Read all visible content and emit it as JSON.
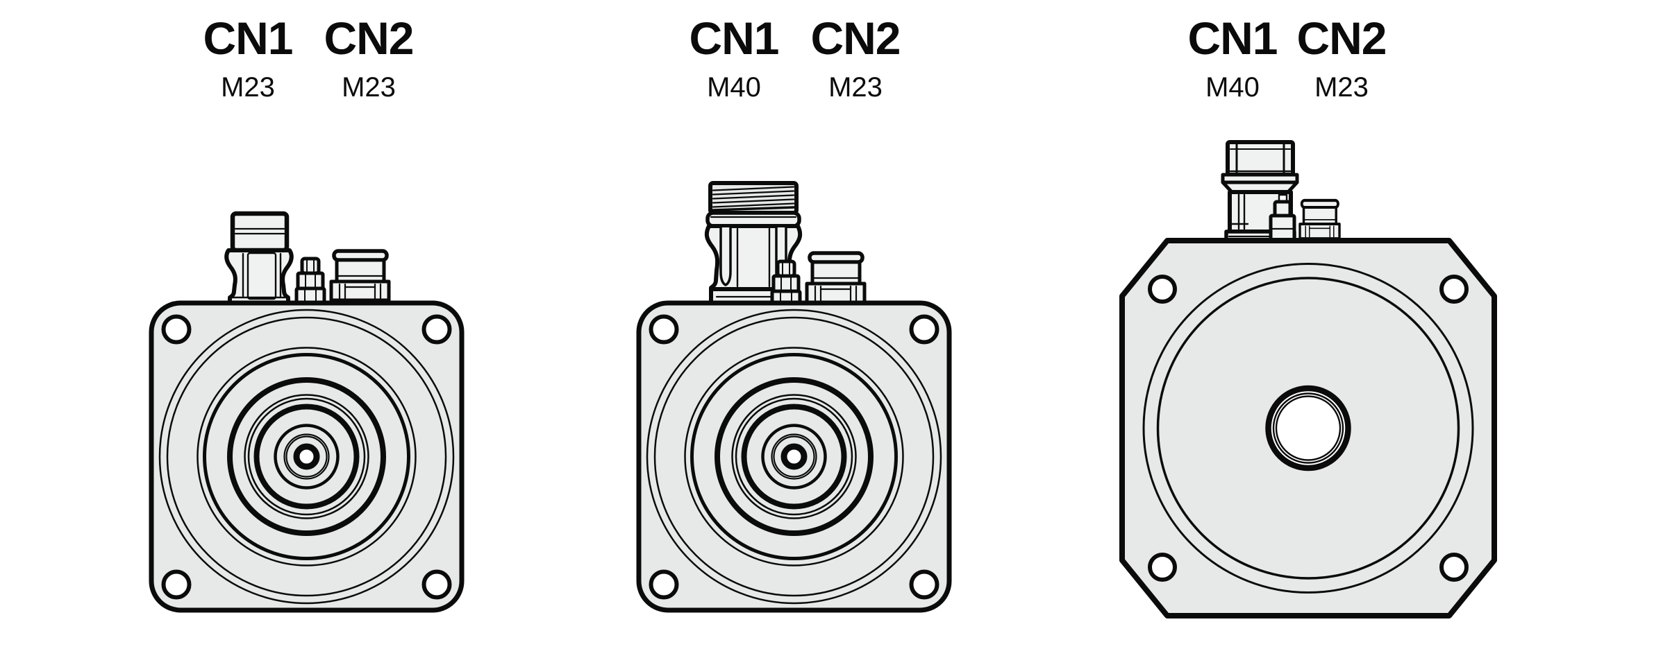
{
  "figure": {
    "description": "Three motor front views with connector callouts",
    "motors": [
      {
        "name": "motor-square-flange-a",
        "connectors": [
          {
            "label": "CN1",
            "size": "M23"
          },
          {
            "label": "CN2",
            "size": "M23"
          }
        ]
      },
      {
        "name": "motor-square-flange-b",
        "connectors": [
          {
            "label": "CN1",
            "size": "M40"
          },
          {
            "label": "CN2",
            "size": "M23"
          }
        ]
      },
      {
        "name": "motor-octagon-flange",
        "connectors": [
          {
            "label": "CN1",
            "size": "M40"
          },
          {
            "label": "CN2",
            "size": "M23"
          }
        ]
      }
    ],
    "colors": {
      "body_fill": "#e7e9e9",
      "line": "#0b0b0b",
      "background": "#ffffff"
    }
  }
}
